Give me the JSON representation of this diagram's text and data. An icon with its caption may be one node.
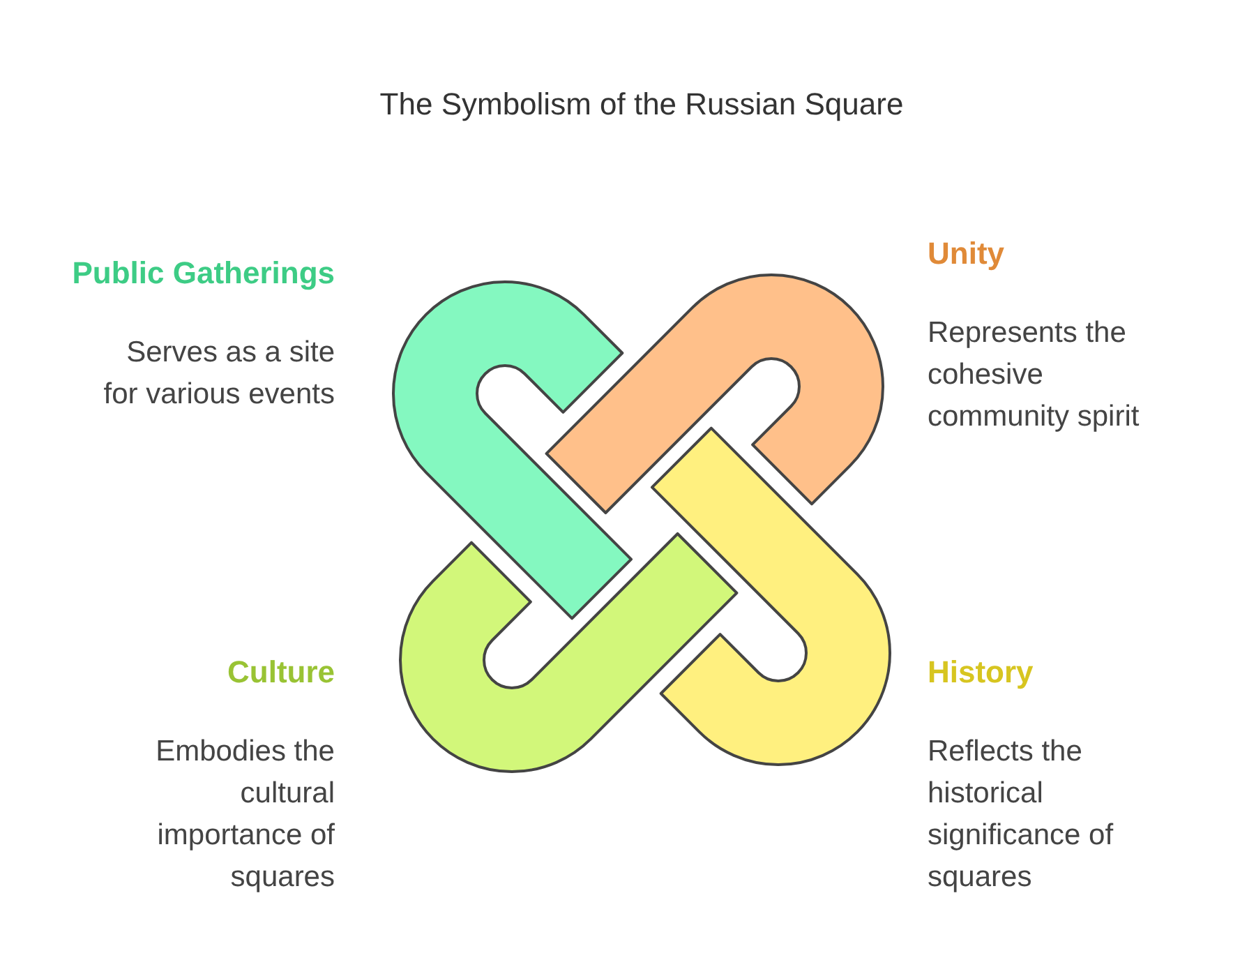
{
  "diagram": {
    "title": "The Symbolism of the Russian Square",
    "nodes": [
      {
        "text": [
          "Public Gatherings",
          "Serves as a site for various events"
        ]
      },
      {
        "text": [
          "Unity",
          "Represents the cohesive community spirit"
        ]
      },
      {
        "text": [
          "Culture",
          "Embodies the cultural importance of squares"
        ]
      },
      {
        "text": [
          "History",
          "Reflects the historical significance of squares"
        ]
      }
    ]
  }
}
